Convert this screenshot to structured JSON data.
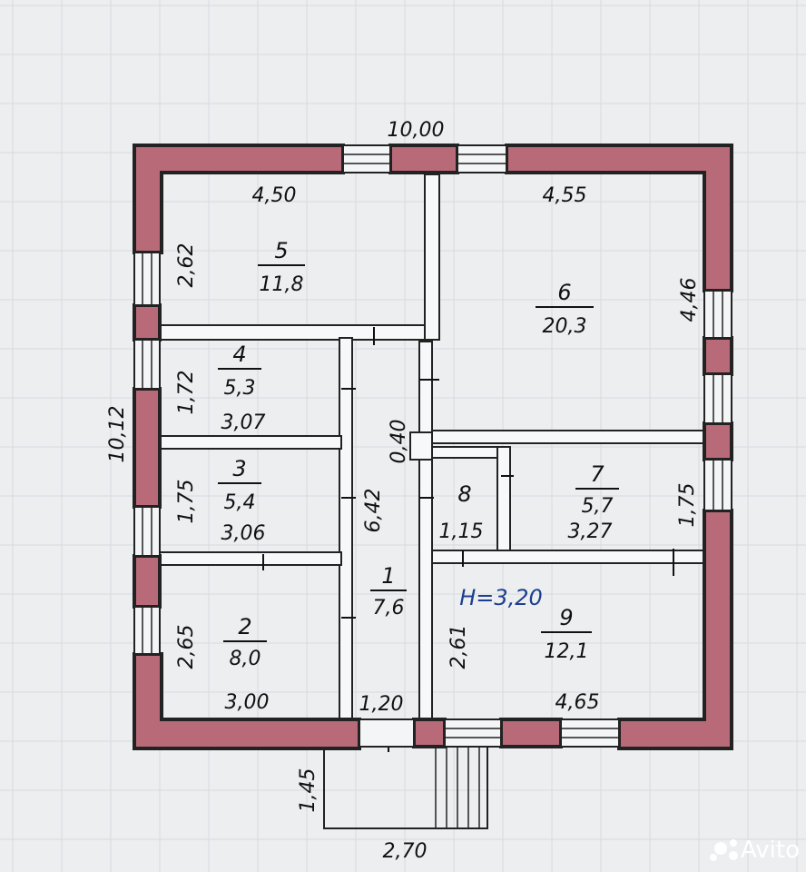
{
  "plan": {
    "overall_width": "10,00",
    "overall_depth": "10,12",
    "ceiling_height": "H=3,20",
    "right_side_dim": "4,46",
    "porch": {
      "depth": "1,45",
      "width": "2,70"
    },
    "entrance_width": "1,20",
    "corridor_len": "6,42",
    "corridor_gap": "0,40"
  },
  "rooms": [
    {
      "number": "1",
      "area": "7,6"
    },
    {
      "number": "2",
      "area": "8,0",
      "width": "3,00",
      "depth": "2,65"
    },
    {
      "number": "3",
      "area": "5,4",
      "width": "3,06",
      "depth": "1,75"
    },
    {
      "number": "4",
      "area": "5,3",
      "width": "3,07",
      "depth": "1,72"
    },
    {
      "number": "5",
      "area": "11,8",
      "width": "4,50",
      "depth": "2,62"
    },
    {
      "number": "6",
      "area": "20,3",
      "width": "4,55"
    },
    {
      "number": "7",
      "area": "5,7",
      "width": "3,27",
      "depth": "1,75"
    },
    {
      "number": "8",
      "width": "1,15"
    },
    {
      "number": "9",
      "area": "12,1",
      "width": "4,65",
      "depth": "2,61"
    }
  ],
  "watermark": "Avito",
  "colors": {
    "wall": "#b86a78",
    "background": "#eceef0",
    "height_label": "#1d3f8f"
  }
}
